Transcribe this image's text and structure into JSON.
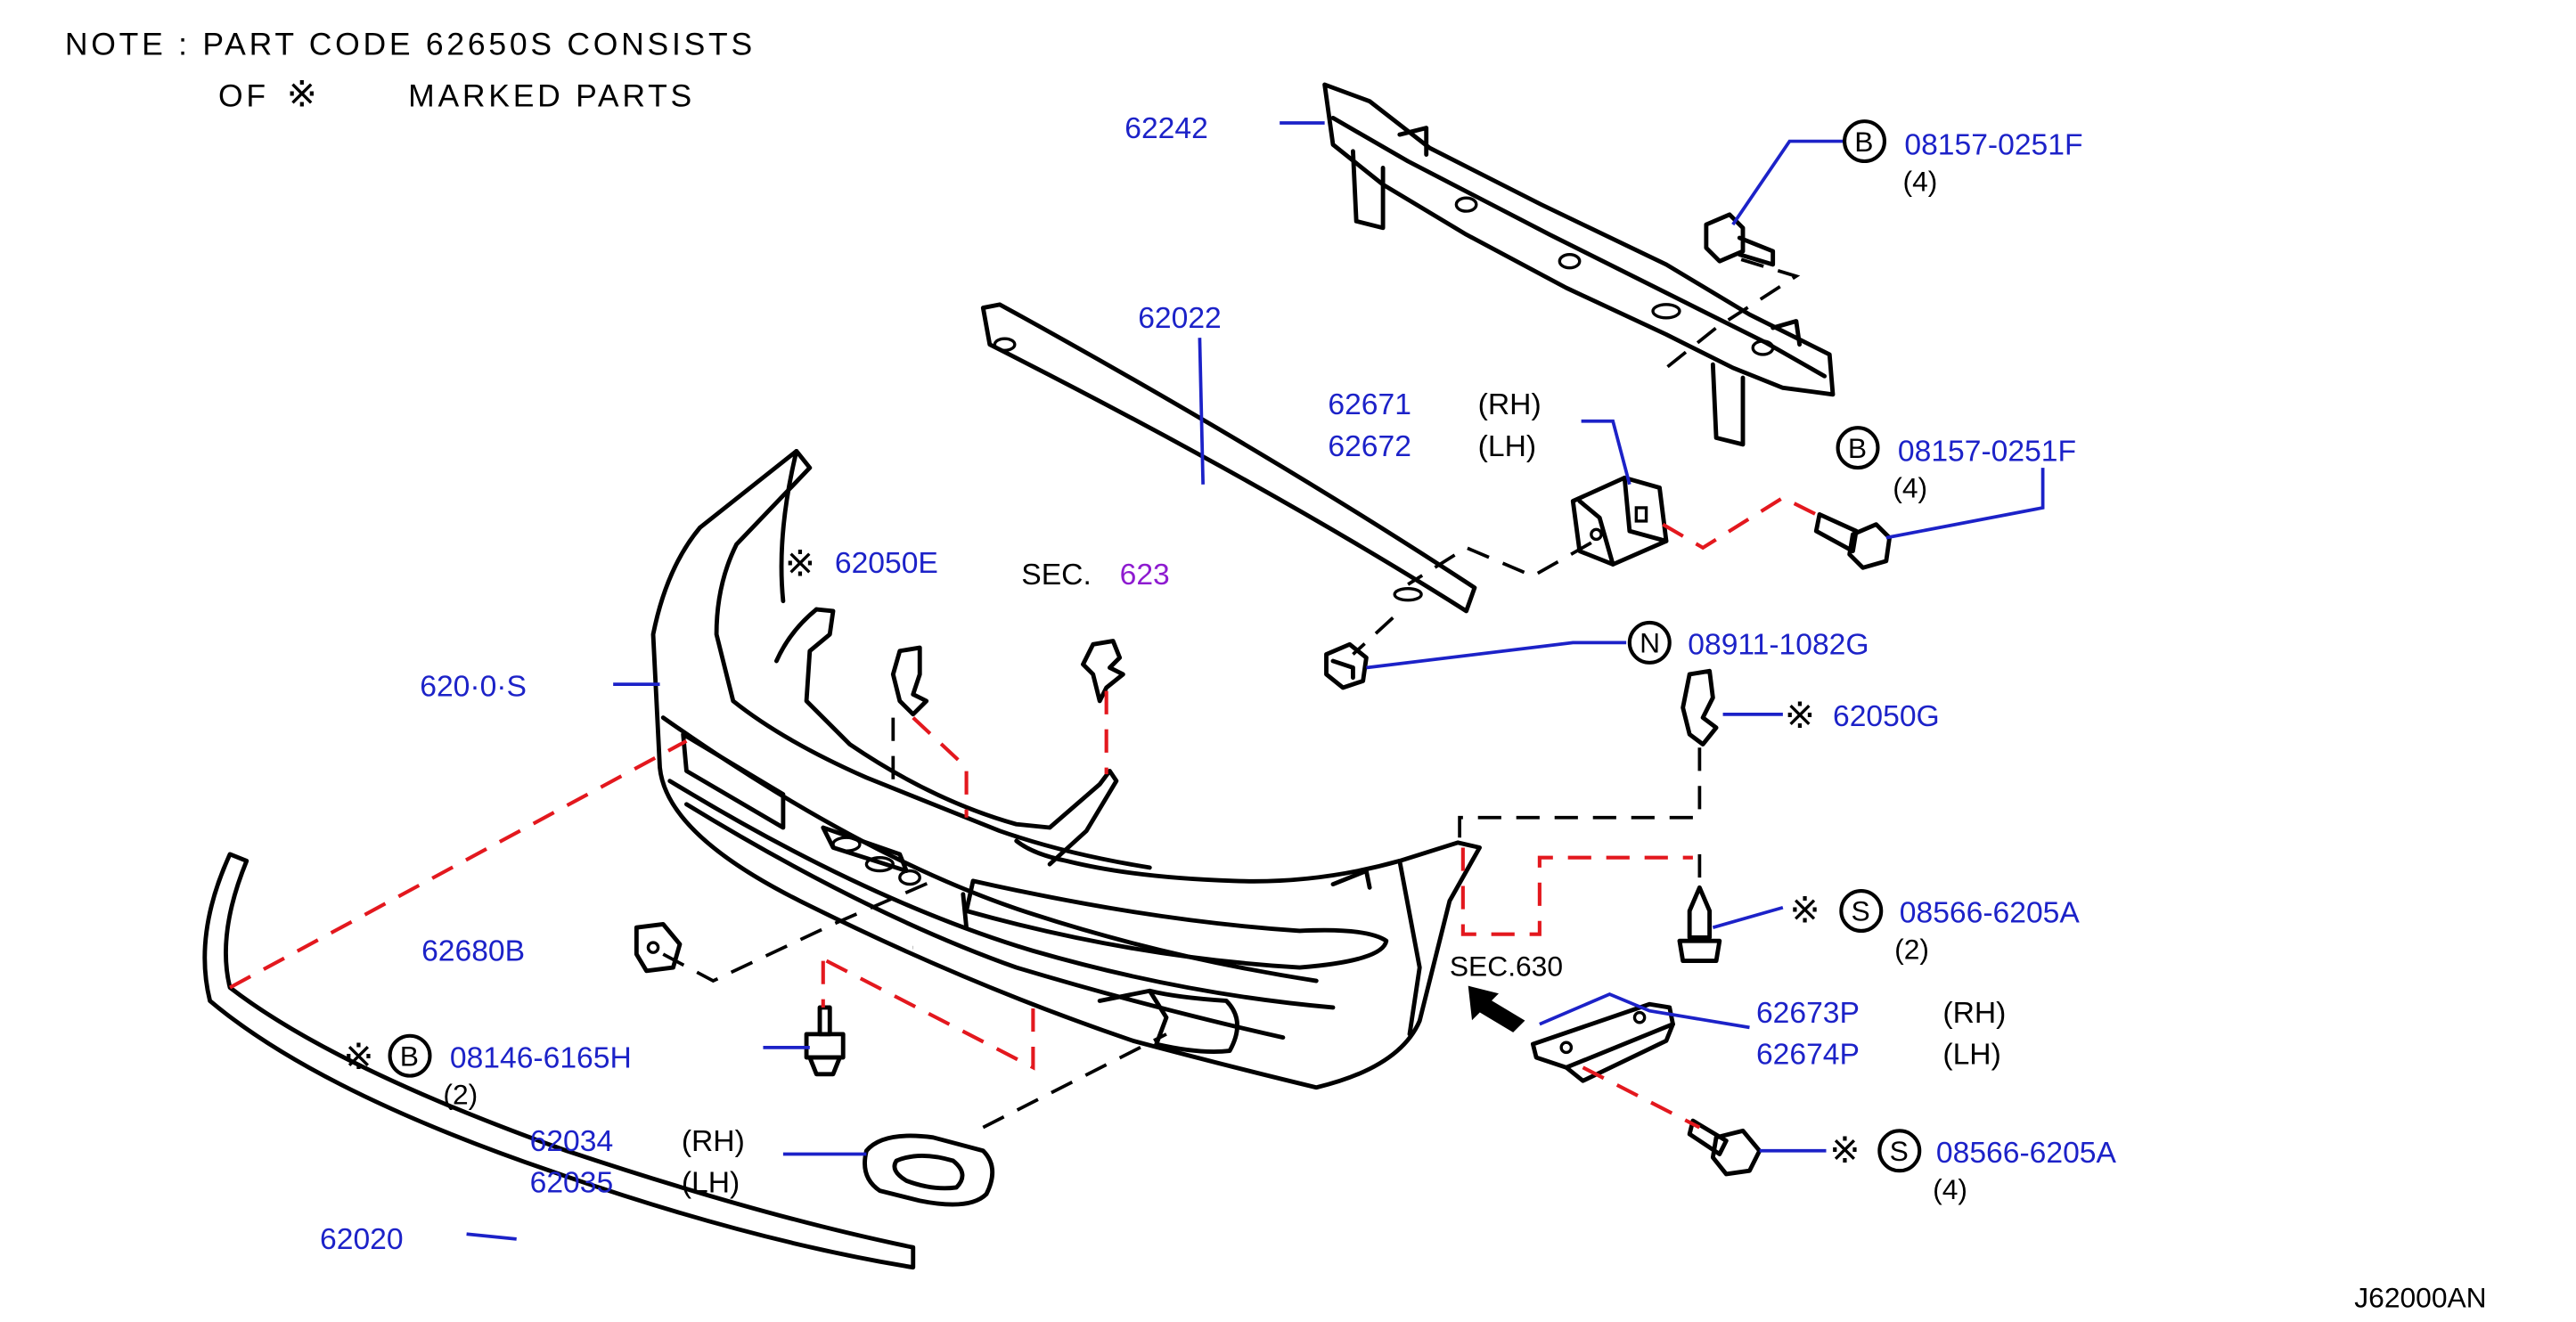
{
  "note": {
    "line1": "NOTE  :  PART   CODE  62650S  CONSISTS",
    "line2_prefix": "OF",
    "line2_suffix": "MARKED   PARTS"
  },
  "symbols": {
    "kome": "※"
  },
  "labels": {
    "p62242": "62242",
    "p62022": "62022",
    "p62671": "62671",
    "p62671_side": "(RH)",
    "p62672": "62672",
    "p62672_side": "(LH)",
    "p62050E": "62050E",
    "sec623_prefix": "SEC.",
    "sec623_num": "623",
    "p62010": "620·0·S",
    "p62680B": "62680B",
    "p08146": "08146-6165H",
    "p08146_letter": "B",
    "p08146_qty": "(2)",
    "p62034": "62034",
    "p62034_side": "(RH)",
    "p62035": "62035",
    "p62035_side": "(LH)",
    "p62020": "62020",
    "b1_letter": "B",
    "b1_code": "08157-0251F",
    "b1_qty": "(4)",
    "b2_letter": "B",
    "b2_code": "08157-0251F",
    "b2_qty": "(4)",
    "n_letter": "N",
    "n_code": "08911-1082G",
    "p62050G": "62050G",
    "s1_letter": "S",
    "s1_code": "08566-6205A",
    "s1_qty": "(2)",
    "sec630": "SEC.630",
    "p62673P": "62673P",
    "p62673P_side": "(RH)",
    "p62674P": "62674P",
    "p62674P_side": "(LH)",
    "s2_letter": "S",
    "s2_code": "08566-6205A",
    "s2_qty": "(4)",
    "code": "J62000AN"
  },
  "colors": {
    "label_blue": "#1c22c8",
    "guide_red": "#e3181e",
    "section_purple": "#8e1bd0"
  }
}
